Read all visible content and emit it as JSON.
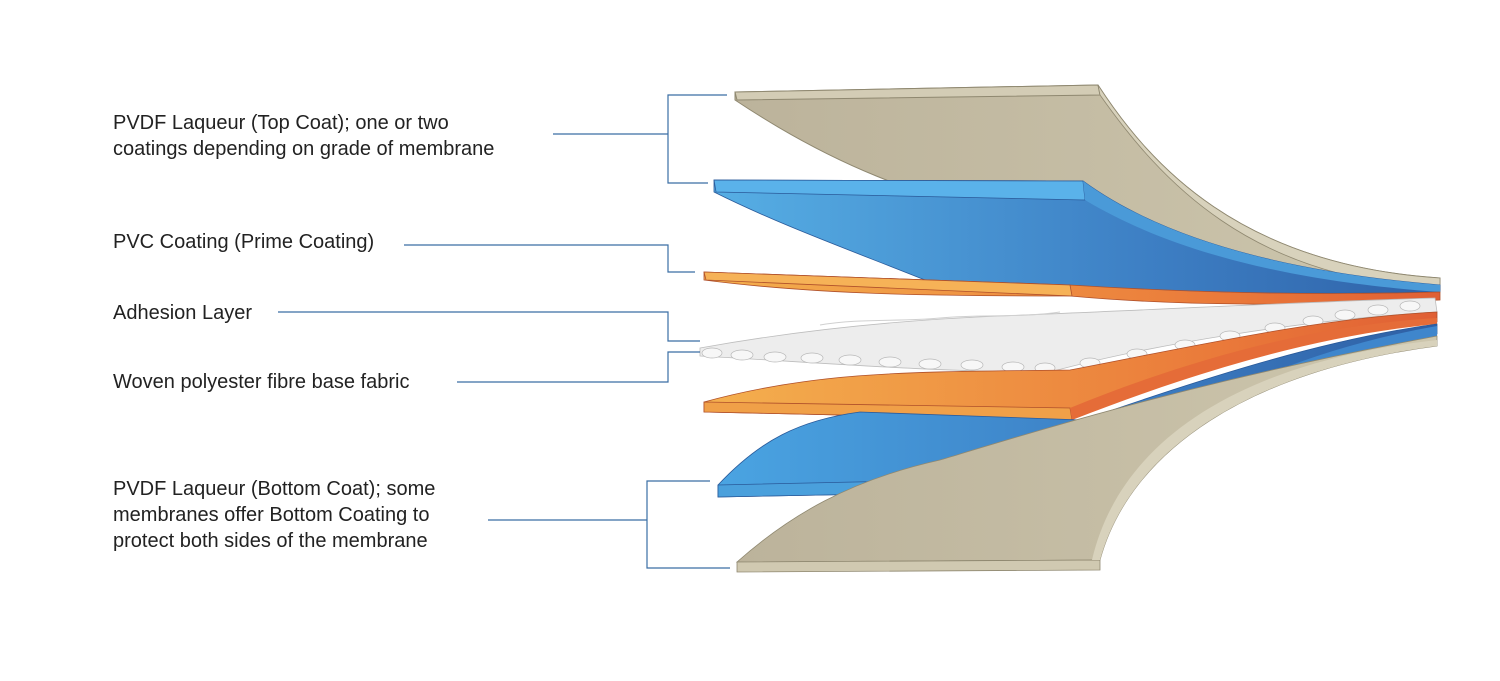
{
  "labels": {
    "top_coat": [
      "PVDF Laqueur (Top Coat); one or two",
      "coatings depending on grade of membrane"
    ],
    "prime_coating": [
      "PVC Coating (Prime Coating)"
    ],
    "adhesion": [
      "Adhesion Layer"
    ],
    "fabric": [
      "Woven polyester fibre base fabric"
    ],
    "bottom_coat": [
      "PVDF Laqueur (Bottom Coat); some",
      "membranes offer Bottom Coating to",
      "protect both sides of the membrane"
    ]
  },
  "colors": {
    "leader_line": "#3a6ea5",
    "tan_top": "#c6bea5",
    "tan_edge": "#bfb79b",
    "blue_light": "#4fa6e0",
    "blue_dark": "#3a73b8",
    "orange_light": "#f3a94a",
    "orange_dark": "#e5683a",
    "fabric": "#ececec",
    "fabric_edge": "#d6d6d6"
  }
}
